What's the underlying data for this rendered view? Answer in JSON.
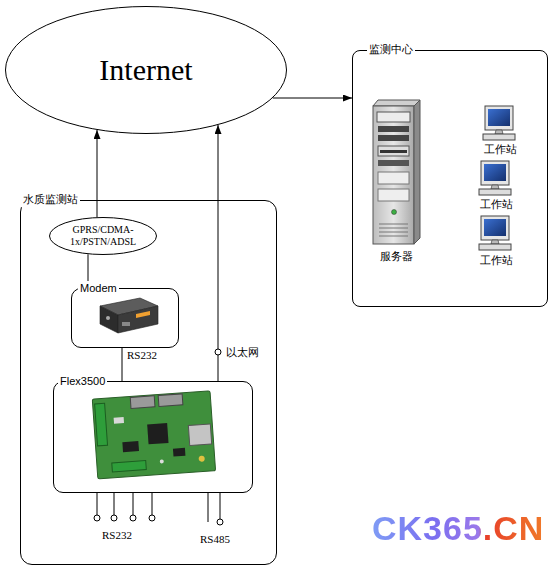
{
  "diagram": {
    "nodes": [
      {
        "text": [
          "Internet"
        ]
      },
      {
        "text": [
          "监测中心"
        ]
      },
      {
        "text": [
          "服务器"
        ],
        "in": 1
      },
      {
        "text": [
          "工作站"
        ],
        "in": 1
      },
      {
        "text": [
          "工作站"
        ],
        "in": 1
      },
      {
        "text": [
          "工作站"
        ],
        "in": 1
      },
      {
        "text": [
          "水质监测站"
        ]
      },
      {
        "text": [
          "GPRS/CDMA- 1x/PSTN/ADSL"
        ],
        "in": 6
      },
      {
        "text": [
          "Modem"
        ],
        "in": 6
      },
      {
        "text": [
          "Flex3500"
        ],
        "in": 6
      }
    ],
    "edges": [
      {
        "from": 0,
        "to": 1,
        "arrow": "to"
      },
      {
        "from": 7,
        "to": 0,
        "arrow": "to"
      },
      {
        "from": 7,
        "to": 8,
        "arrow": "none"
      },
      {
        "from": 8,
        "to": 9,
        "arrow": "none",
        "label": "RS232"
      },
      {
        "from": 9,
        "to": 0,
        "arrow": "to",
        "label": "以太网"
      }
    ],
    "labels": [
      "RS232",
      "RS485",
      "CK365.CN"
    ]
  }
}
